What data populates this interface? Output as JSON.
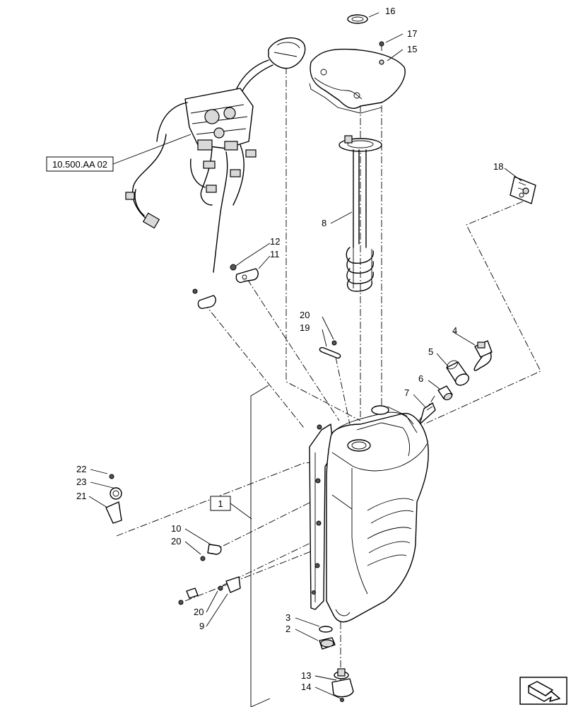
{
  "reference_box": {
    "label": "10.500.AA 02"
  },
  "assembly_box": {
    "label": "1"
  },
  "callouts": [
    "2",
    "3",
    "4",
    "5",
    "6",
    "7",
    "8",
    "9",
    "10",
    "11",
    "12",
    "13",
    "14",
    "15",
    "16",
    "17",
    "18",
    "19",
    "20",
    "20",
    "20",
    "21",
    "22",
    "23"
  ],
  "nav_icon": "next-page-arrow-icon"
}
